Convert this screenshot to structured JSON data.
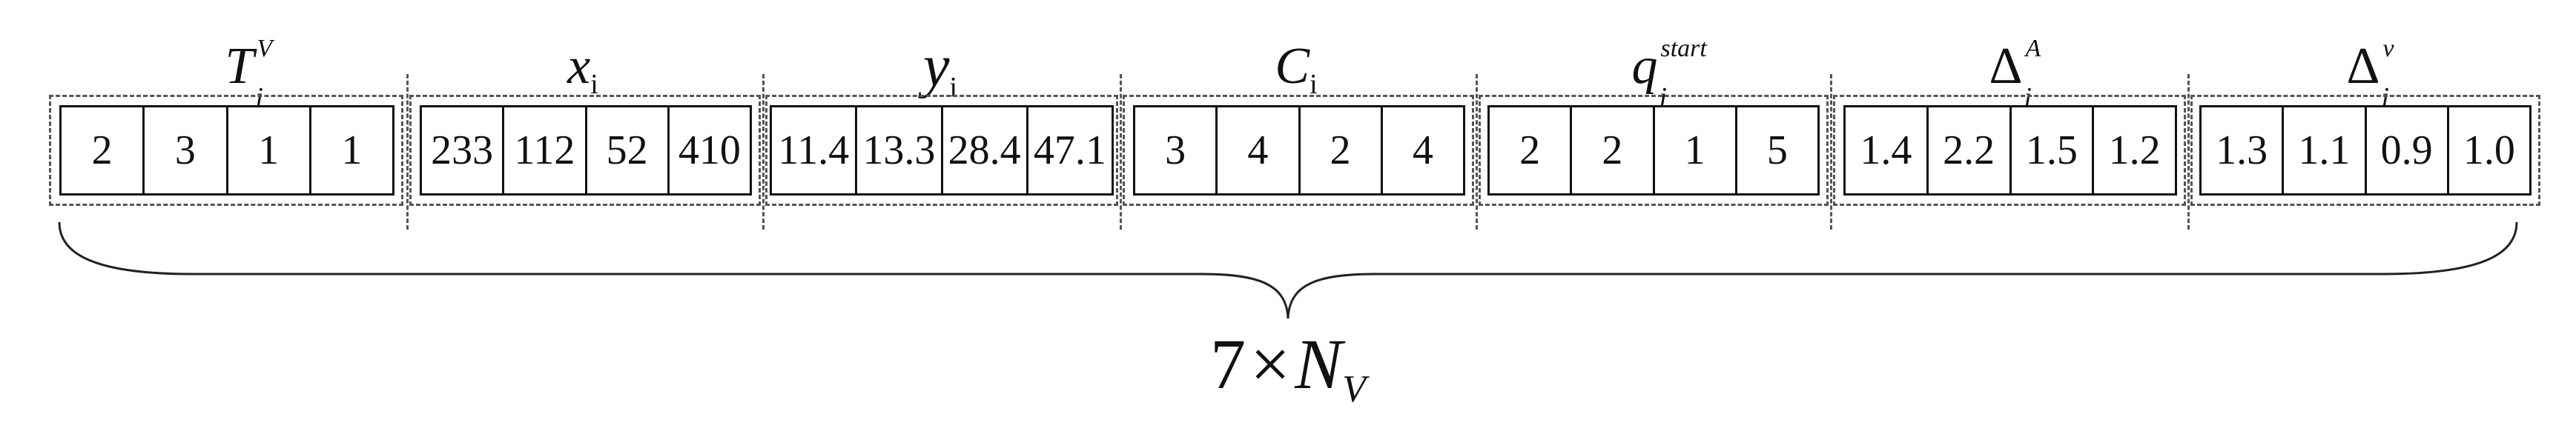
{
  "segments": [
    {
      "key": "Tv",
      "symbol": "T",
      "sub": "i",
      "sup": "V",
      "values": [
        "2",
        "3",
        "1",
        "1"
      ]
    },
    {
      "key": "x",
      "symbol": "x",
      "sub": "i",
      "sup": "",
      "values": [
        "233",
        "112",
        "52",
        "410"
      ]
    },
    {
      "key": "y",
      "symbol": "y",
      "sub": "i",
      "sup": "",
      "values": [
        "11.4",
        "13.3",
        "28.4",
        "47.1"
      ]
    },
    {
      "key": "C",
      "symbol": "C",
      "sub": "i",
      "sup": "",
      "values": [
        "3",
        "4",
        "2",
        "4"
      ]
    },
    {
      "key": "qstart",
      "symbol": "q",
      "sub": "i",
      "sup": "start",
      "values": [
        "2",
        "2",
        "1",
        "5"
      ]
    },
    {
      "key": "DeltaA",
      "symbol": "Δ",
      "sub": "i",
      "sup": "A",
      "values": [
        "1.4",
        "2.2",
        "1.5",
        "1.2"
      ]
    },
    {
      "key": "Deltav",
      "symbol": "Δ",
      "sub": "i",
      "sup": "v",
      "values": [
        "1.3",
        "1.1",
        "0.9",
        "1.0"
      ]
    }
  ],
  "total": {
    "coef": "7",
    "times": "×",
    "var": "N",
    "sub": "V"
  }
}
